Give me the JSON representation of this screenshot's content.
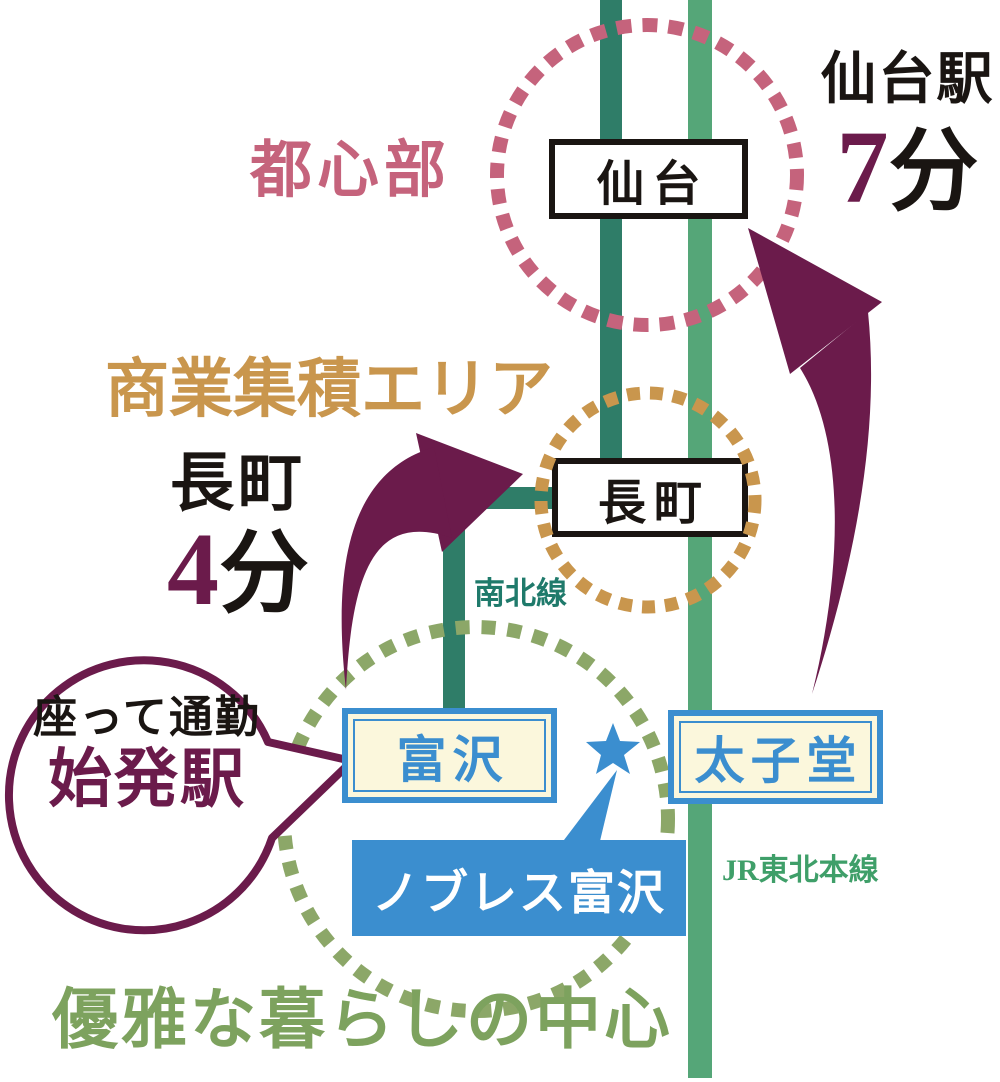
{
  "diagram": {
    "area_labels": {
      "city_center": "都心部",
      "commercial": "商業集積エリア",
      "living": "優雅な暮らしの中心"
    },
    "access": {
      "sendai": {
        "station": "仙台駅",
        "minutes": "7",
        "unit": "分"
      },
      "nagamachi": {
        "station": "長町",
        "minutes": "4",
        "unit": "分"
      }
    },
    "stations": {
      "sendai": "仙台",
      "nagamachi": "長町",
      "tomizawa": "富沢",
      "taishido": "太子堂"
    },
    "rail_lines": {
      "namboku": "南北線",
      "jr_tohoku": "JR東北本線"
    },
    "property": {
      "name": "ノブレス富沢"
    },
    "bubble": {
      "line1": "座って通勤",
      "line2": "始発駅"
    },
    "colors": {
      "maroon": "#6b1b4b",
      "pink_dash": "#c5637c",
      "gold_dash": "#c9964d",
      "olive_dash": "#8ca768",
      "namboku_teal": "#2f7d68",
      "jr_green": "#55a678",
      "station_blue": "#3b8ecf",
      "station_cream": "#fbf7dc",
      "jr_label_green": "#3f9f69",
      "living_olive": "#7da25e"
    }
  }
}
